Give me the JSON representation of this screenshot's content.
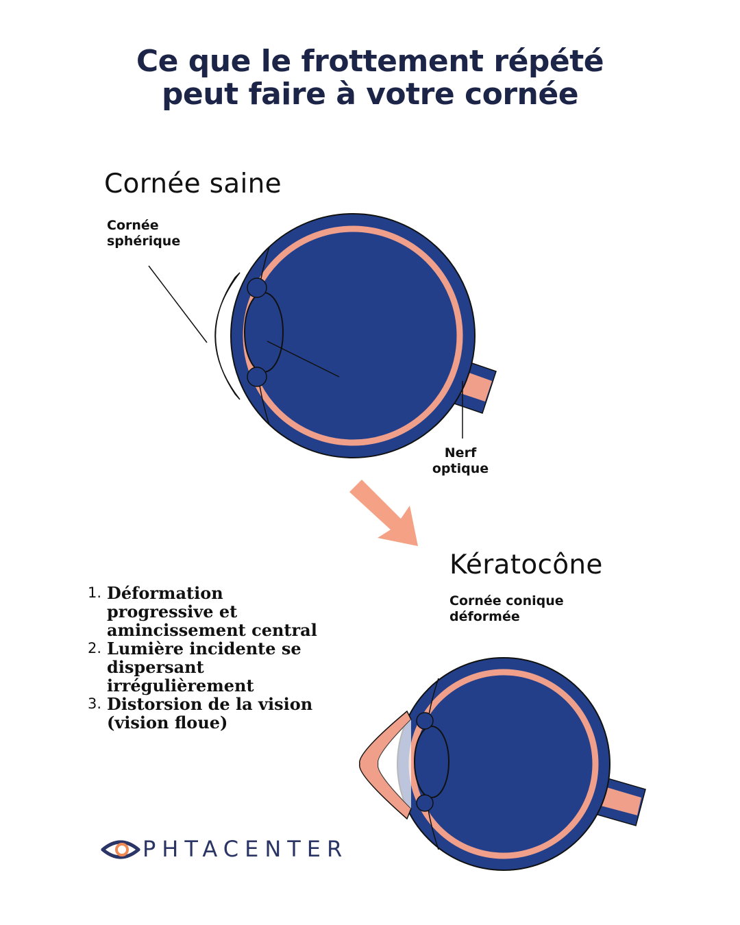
{
  "title": {
    "line1": "Ce que le frottement répété",
    "line2": "peut faire à votre cornée"
  },
  "healthy": {
    "heading": "Cornée saine",
    "cornea_label_1": "Cornée",
    "cornea_label_2": "sphérique",
    "nerve_label_1": "Nerf",
    "nerve_label_2": "optique"
  },
  "keratoconus": {
    "heading": "Kératocône",
    "cornea_label_1": "Cornée conique",
    "cornea_label_2": "déformée"
  },
  "effects": [
    {
      "num": "1.",
      "text": "Déformation progressive et amincissement central"
    },
    {
      "num": "2.",
      "text": "Lumière incidente se dispersant irrégulièrement"
    },
    {
      "num": "3.",
      "text": "Distorsion de la vision (vision floue)"
    }
  ],
  "logo": {
    "text": "PHTACENTER",
    "icon": "eye-logo-icon"
  },
  "colors": {
    "title": "#1c2548",
    "eye_blue": "#233f8a",
    "retina_pink": "#f0a08a",
    "arrow": "#f4a185",
    "logo_blue": "#2a3566",
    "logo_orange": "#f08a55"
  }
}
